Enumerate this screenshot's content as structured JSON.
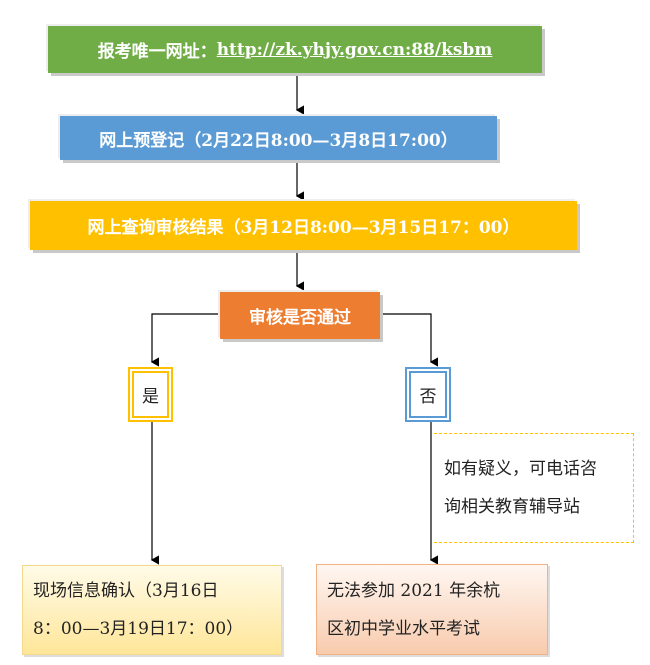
{
  "steps": {
    "website": {
      "label": "报考唯一网址：",
      "url": "http://zk.yhjy.gov.cn:88/ksbm"
    },
    "preregister": "网上预登记（2月22日8:00—3月8日17:00）",
    "query": "网上查询审核结果（3月12日8:00—3月15日17：00）",
    "decision": "审核是否通过",
    "yes": "是",
    "no": "否",
    "note": [
      "如有疑义，可电话咨",
      "询相关教育辅导站"
    ],
    "confirm": [
      "现场信息确认（3月16日",
      "8：00—3月19日17：00）"
    ],
    "reject": [
      "无法参加 2021 年余杭",
      "区初中学业水平考试"
    ]
  },
  "colors": {
    "green": "#70AD47",
    "blue": "#5B9BD5",
    "gold": "#FFC000",
    "orange": "#ED7D31"
  }
}
